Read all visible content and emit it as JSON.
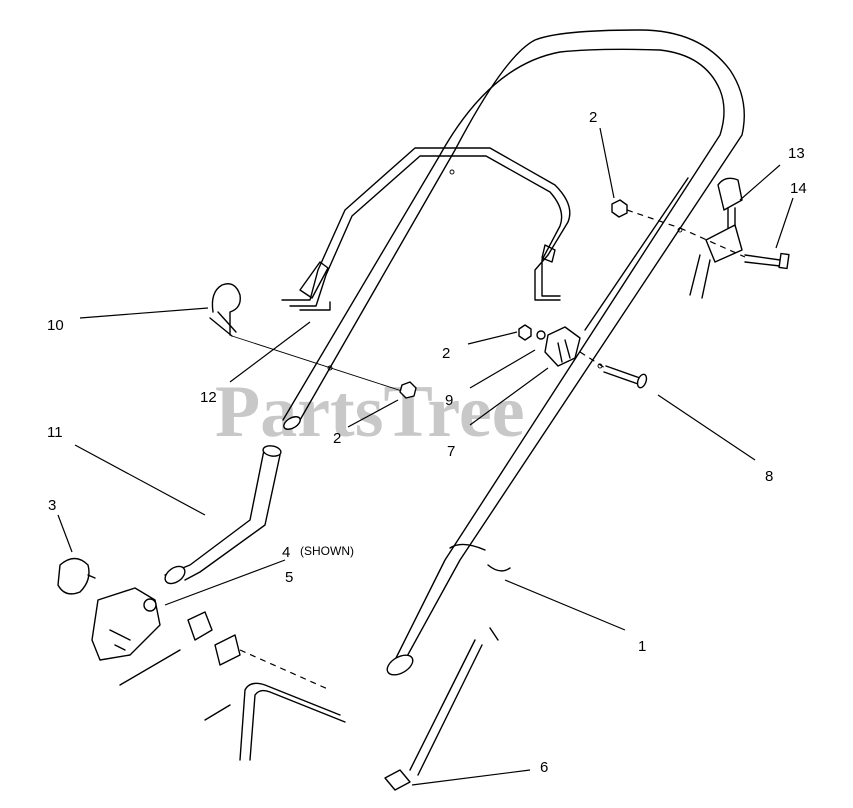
{
  "watermark": "PartsTree",
  "callouts": {
    "c1": "1",
    "c2a": "2",
    "c2b": "2",
    "c2c": "2",
    "c3": "3",
    "c4": "4",
    "c4_note": "(SHOWN)",
    "c5": "5",
    "c6": "6",
    "c7": "7",
    "c8": "8",
    "c9": "9",
    "c10": "10",
    "c11": "11",
    "c12": "12",
    "c13": "13",
    "c14": "14"
  }
}
